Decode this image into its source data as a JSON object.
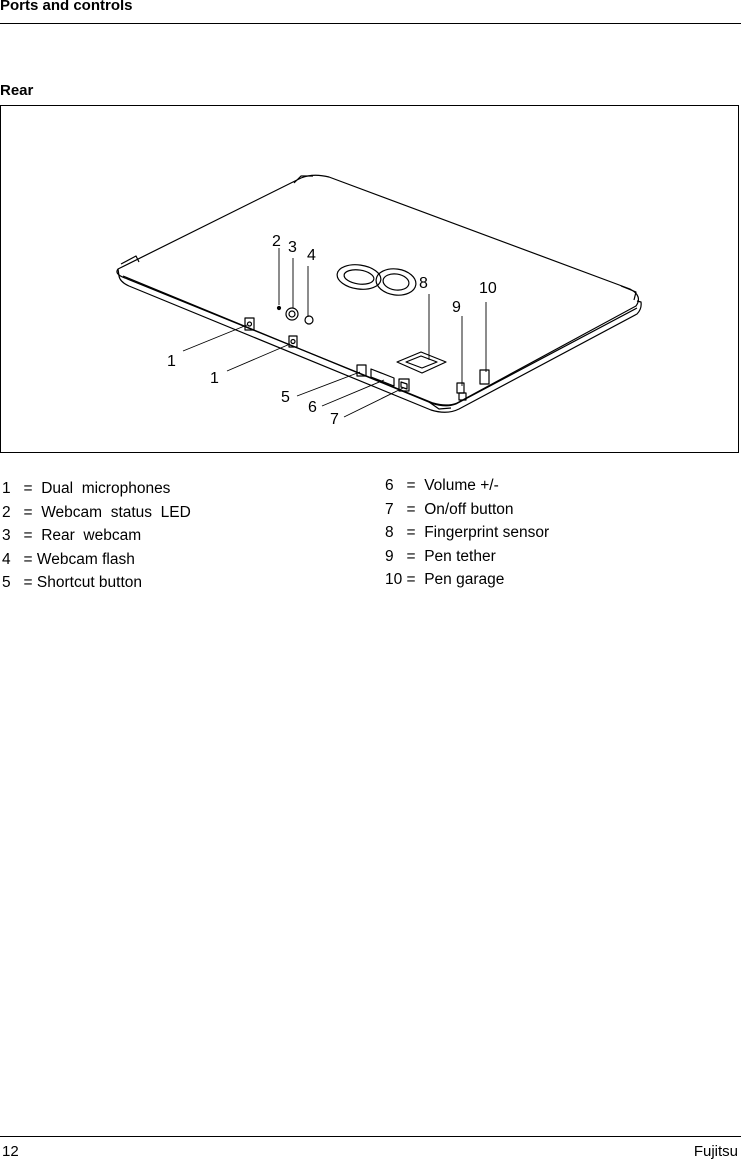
{
  "header": {
    "title": "Ports  and  controls"
  },
  "section": {
    "title": "Rear"
  },
  "figure": {
    "callouts": {
      "mic_a": "1",
      "mic_b": "1",
      "led": "2",
      "webcam": "3",
      "flash": "4",
      "shortcut": "5",
      "volume": "6",
      "power": "7",
      "fingerprint": "8",
      "tether": "9",
      "garage": "10"
    }
  },
  "legend": {
    "left": [
      "1   =  Dual  microphones",
      "2   =  Webcam  status  LED",
      "3   =  Rear  webcam",
      "4   = Webcam flash",
      "5   = Shortcut button"
    ],
    "right": [
      "6   =  Volume +/-",
      "7   =  On/off button",
      "8   =  Fingerprint sensor",
      "9   =  Pen tether",
      "10 =  Pen garage"
    ]
  },
  "footer": {
    "page_number": "12",
    "brand": "Fujitsu"
  }
}
